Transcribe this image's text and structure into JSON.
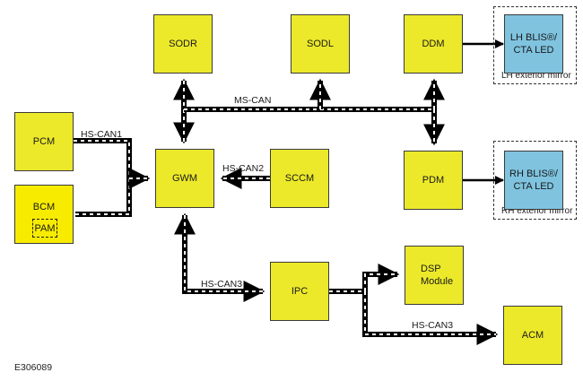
{
  "diagram": {
    "reference": "E306089",
    "modules": {
      "pcm": "PCM",
      "bcm": "BCM",
      "pam": "PAM",
      "gwm": "GWM",
      "sodr": "SODR",
      "sodl": "SODL",
      "ddm": "DDM",
      "pdm": "PDM",
      "sccm": "SCCM",
      "ipc": "IPC",
      "dsp": "DSP\nModule",
      "acm": "ACM"
    },
    "leds": {
      "lh": "LH BLIS®/\nCTA LED",
      "rh": "RH BLIS®/\nCTA LED"
    },
    "mirrors": {
      "lh": "LH exterior mirror",
      "rh": "RH exterior mirror"
    },
    "buses": {
      "hs_can1": "HS-CAN1",
      "hs_can2": "HS-CAN2",
      "hs_can3_ipc": "HS-CAN3",
      "hs_can3_acm": "HS-CAN3",
      "ms_can": "MS-CAN"
    },
    "colors": {
      "module_fill": "#ece92a",
      "bcm_fill": "#f7ec00",
      "led_fill": "#7fc3df",
      "bus_line": "#000000"
    }
  }
}
